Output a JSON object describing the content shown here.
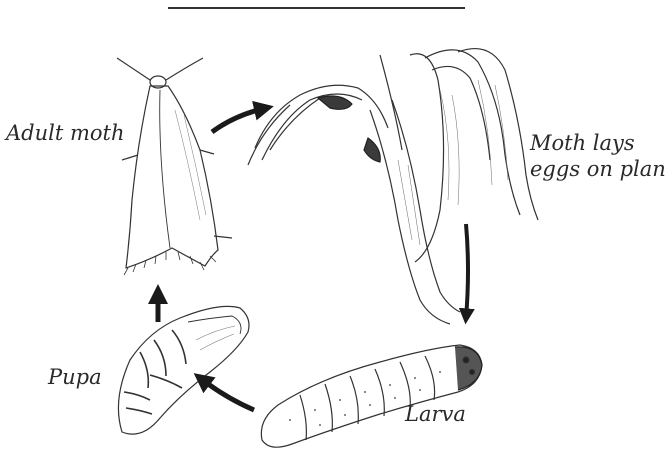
{
  "diagram": {
    "stages": [
      {
        "id": "adult",
        "label": "Adult moth"
      },
      {
        "id": "eggs",
        "label_lines": [
          "Moth lays",
          "eggs on plant"
        ]
      },
      {
        "id": "larva",
        "label": "Larva"
      },
      {
        "id": "pupa",
        "label": "Pupa"
      }
    ],
    "cycle_order": [
      "Adult moth",
      "Moth lays eggs on plant",
      "Larva",
      "Pupa"
    ],
    "colors": {
      "ink": "#2a2a2a",
      "background": "#ffffff"
    }
  }
}
